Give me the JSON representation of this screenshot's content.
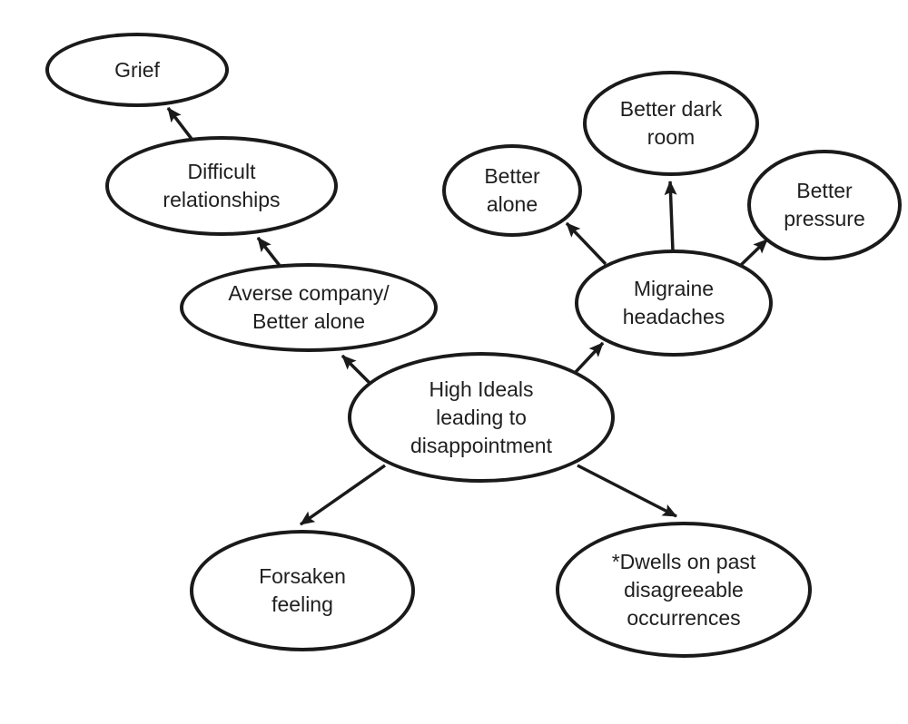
{
  "diagram": {
    "type": "concept-map",
    "background_color": "#ffffff",
    "stroke_color": "#1a1a1a",
    "text_color": "#1f1f1f"
  },
  "nodes": {
    "grief": {
      "label": "Grief"
    },
    "difficult_relationships": {
      "label": "Difficult\nrelationships"
    },
    "averse_company": {
      "label": "Averse company/\nBetter alone"
    },
    "high_ideals": {
      "label": "High Ideals\nleading to\ndisappointment"
    },
    "forsaken_feeling": {
      "label": "Forsaken\nfeeling"
    },
    "dwells_on_past": {
      "label": "*Dwells on past\ndisagreeable\noccurrences"
    },
    "migraine_headaches": {
      "label": "Migraine\nheadaches"
    },
    "better_alone": {
      "label": "Better\nalone"
    },
    "better_dark_room": {
      "label": "Better dark\nroom"
    },
    "better_pressure": {
      "label": "Better\npressure"
    }
  },
  "edges": [
    {
      "from": "difficult_relationships",
      "to": "grief"
    },
    {
      "from": "averse_company",
      "to": "difficult_relationships"
    },
    {
      "from": "high_ideals",
      "to": "averse_company"
    },
    {
      "from": "high_ideals",
      "to": "migraine_headaches"
    },
    {
      "from": "high_ideals",
      "to": "forsaken_feeling"
    },
    {
      "from": "high_ideals",
      "to": "dwells_on_past"
    },
    {
      "from": "migraine_headaches",
      "to": "better_alone"
    },
    {
      "from": "migraine_headaches",
      "to": "better_dark_room"
    },
    {
      "from": "migraine_headaches",
      "to": "better_pressure"
    }
  ]
}
